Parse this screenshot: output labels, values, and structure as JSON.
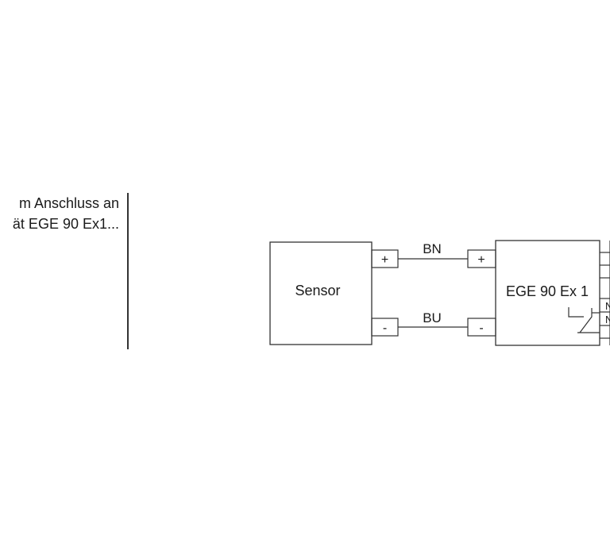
{
  "caption": {
    "line1": "m Anschluss an",
    "line2": "ät EGE 90 Ex1..."
  },
  "diagram": {
    "sensor_label": "Sensor",
    "device_label": "EGE 90 Ex 1",
    "wire_top_label": "BN",
    "wire_bottom_label": "BU",
    "plus_symbol": "+",
    "minus_symbol": "-",
    "right_terminal_mark": "N"
  }
}
